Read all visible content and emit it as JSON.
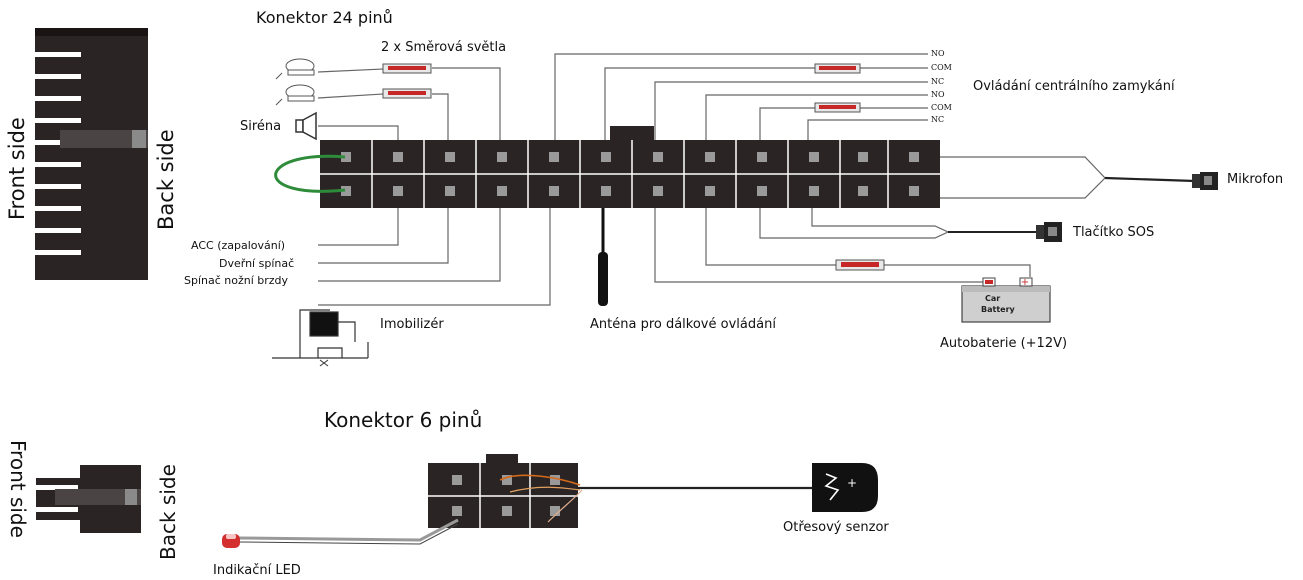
{
  "connector24": {
    "title": "Konektor 24 pinů",
    "front_label": "Front side",
    "back_label": "Back side"
  },
  "connector6": {
    "title": "Konektor 6 pinů",
    "front_label": "Front side",
    "back_label": "Back side"
  },
  "labels": {
    "turn_lights": "2 x Směrová světla",
    "siren": "Siréna",
    "central_lock": "Ovládání centrálního zamykání",
    "microphone": "Mikrofon",
    "sos_button": "Tlačítko SOS",
    "acc": "ACC (zapalování)",
    "door_switch": "Dveřní spínač",
    "brake_switch": "Spínač nožní brzdy",
    "immobilizer": "Imobilizér",
    "antenna": "Anténa pro dálkové ovládání",
    "battery": "Autobaterie (+12V)",
    "led": "Indikační LED",
    "shock_sensor": "Otřesový senzor"
  },
  "battery_text": {
    "line1": "Car",
    "line2": "Battery"
  },
  "relay_pins": {
    "no": "NO",
    "com": "COM",
    "nc": "NC"
  },
  "colors": {
    "connector": "#2a2424",
    "pin": "#9a9a9a",
    "fuse": "#c62828",
    "loop_wire": "#2e8b3a",
    "led": "#d32f2f",
    "sensor_wire": "#d46a1a"
  }
}
